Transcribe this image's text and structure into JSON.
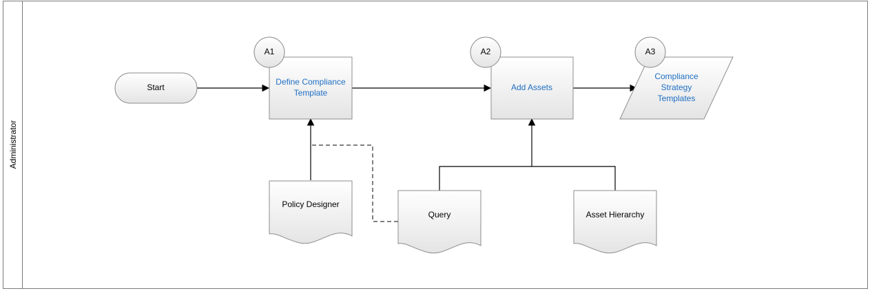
{
  "lane": {
    "label": "Administrator"
  },
  "start": {
    "label": "Start"
  },
  "steps": [
    {
      "badge": "A1",
      "lines": [
        "Define Compliance",
        "Template"
      ]
    },
    {
      "badge": "A2",
      "lines": [
        "Add Assets"
      ]
    },
    {
      "badge": "A3",
      "lines": [
        "Compliance",
        "Strategy",
        "Templates"
      ]
    }
  ],
  "documents": [
    {
      "label": "Policy Designer"
    },
    {
      "label": "Query"
    },
    {
      "label": "Asset Hierarchy"
    }
  ],
  "colors": {
    "link_text": "#1f6fc3",
    "shape_fill_top": "#ffffff",
    "shape_fill_bottom": "#e6e6e6",
    "stroke": "#8c8c8c"
  }
}
